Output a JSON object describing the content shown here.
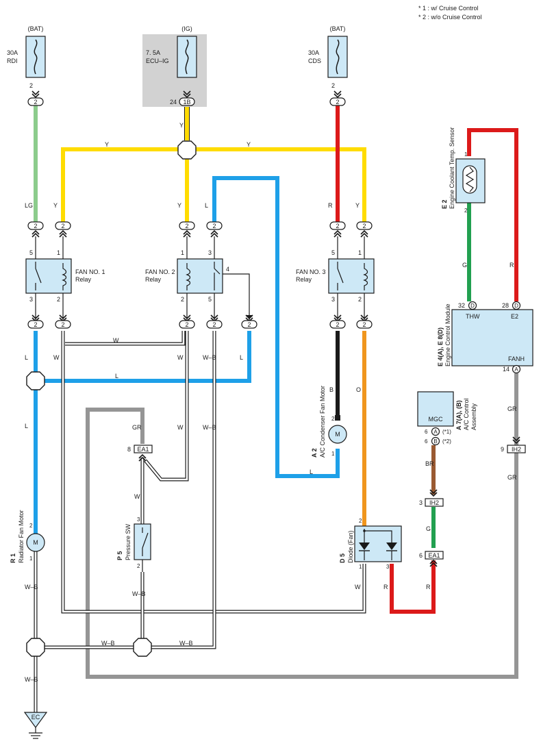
{
  "notes": [
    "* 1 : w/ Cruise Control",
    "* 2 : w/o Cruise Control"
  ],
  "colors": {
    "lg": "#8ccc8c",
    "y": "#ffdc00",
    "r": "#dc1a1a",
    "l": "#1ea0e8",
    "b": "#1a1a1a",
    "o": "#f0961e",
    "gr": "#959595",
    "g": "#22a050",
    "br": "#9a5a32",
    "box": "#cde8f6",
    "ig_bg": "#d2d2d2"
  },
  "fuses": {
    "rdi": {
      "source": "(BAT)",
      "rating": "30A",
      "name": "RDI",
      "pin": "2",
      "conn": "2"
    },
    "ecu_ig": {
      "source": "(IG)",
      "rating": "7. 5A",
      "name": "ECU–IG",
      "pin": "24",
      "conn": "1B"
    },
    "cds": {
      "source": "(BAT)",
      "rating": "30A",
      "name": "CDS",
      "pin": "2",
      "conn": "2"
    }
  },
  "relays": {
    "fan1": {
      "name": "FAN NO. 1",
      "sub": "Relay",
      "pins": [
        "5",
        "1",
        "3",
        "2"
      ]
    },
    "fan2": {
      "name": "FAN NO. 2",
      "sub": "Relay",
      "pins": [
        "1",
        "3",
        "4",
        "2",
        "5"
      ]
    },
    "fan3": {
      "name": "FAN NO. 3",
      "sub": "Relay",
      "pins": [
        "5",
        "1",
        "3",
        "2"
      ]
    }
  },
  "connectors": {
    "c2": "2",
    "ea1": "EA1",
    "ih2": "IH2",
    "ec": "EC",
    "m": "M",
    "pin8": "8",
    "pin3": "3",
    "pin6": "6",
    "pin9": "9",
    "pin2": "2",
    "pin1": "1"
  },
  "wire_labels": {
    "y": "Y",
    "lg": "LG",
    "r": "R",
    "l": "L",
    "w": "W",
    "wb": "W–B",
    "b": "B",
    "o": "O",
    "gr": "GR",
    "g": "G",
    "br": "BR"
  },
  "components": {
    "r1": {
      "code": "R 1",
      "name": "Radiator Fan Motor"
    },
    "a2": {
      "code": "A 2",
      "name": "A/C Condenser Fan Motor"
    },
    "p5": {
      "code": "P 5",
      "name": "Pressure SW"
    },
    "d5": {
      "code": "D 5",
      "name": "Diode (Fan)"
    },
    "e2": {
      "code": "E 2",
      "name": "Engine Coolant Temp. Sensor"
    },
    "ecm": {
      "code": "E 4(A), E 8(D)",
      "name": "Engine Control Module",
      "thw": "THW",
      "e2": "E2",
      "fanh": "FANH",
      "pin32": "32",
      "pin28": "28",
      "pin14": "14",
      "conn_d": "D",
      "conn_a": "A"
    },
    "ac": {
      "code": "A 7(A), (B)",
      "name1": "A/C Control",
      "name2": "Assembly",
      "mgc": "MGC",
      "pin6": "6",
      "conn_a": "A",
      "conn_b": "B",
      "note1": "(*1)",
      "note2": "(*2)"
    }
  }
}
